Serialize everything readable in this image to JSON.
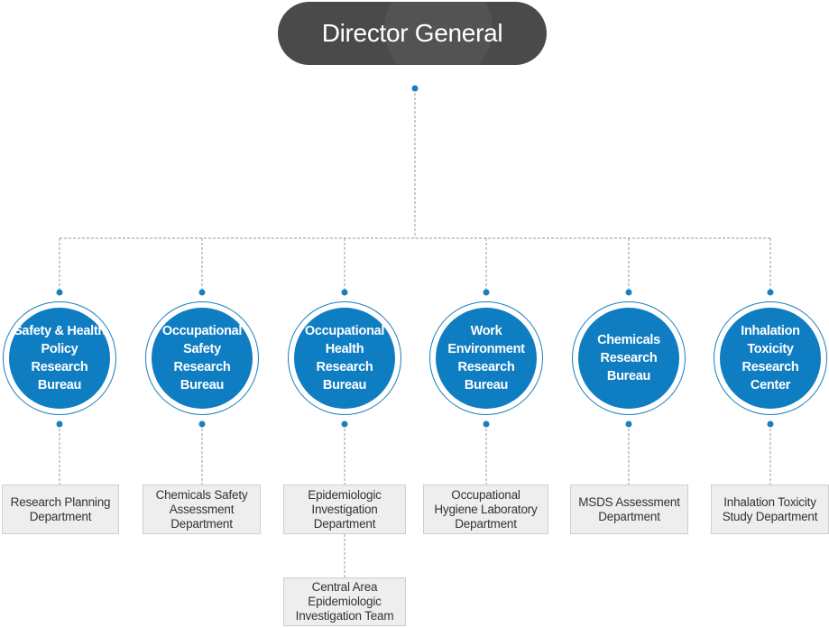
{
  "director": {
    "label": "Director General"
  },
  "bureaus": [
    {
      "label": "Safety & Health\nPolicy Research\nBureau"
    },
    {
      "label": "Occupational\nSafety Research\nBureau"
    },
    {
      "label": "Occupational\nHealth Research\nBureau"
    },
    {
      "label": "Work\nEnvironment\nResearch\nBureau"
    },
    {
      "label": "Chemicals\nResearch\nBureau"
    },
    {
      "label": "Inhalation\nToxicity\nResearch\nCenter"
    }
  ],
  "departments": [
    {
      "label": "Research Planning\nDepartment"
    },
    {
      "label": "Chemicals Safety\nAssessment\nDepartment"
    },
    {
      "label": "Epidemiologic\nInvestigation\nDepartment"
    },
    {
      "label": "Occupational\nHygiene Laboratory\nDepartment"
    },
    {
      "label": "MSDS Assessment\nDepartment"
    },
    {
      "label": "Inhalation Toxicity\nStudy Department"
    }
  ],
  "teams": [
    {
      "label": "Central Area\nEpidemiologic\nInvestigation Team"
    }
  ],
  "colors": {
    "director_bg": "#4a4a4a",
    "bureau_fill": "#0f7dc2",
    "bureau_ring": "#1a7fbf",
    "connector": "#999999",
    "dot": "#1a7fbf",
    "dept_bg": "#eeeeee",
    "dept_border": "#cfcfcf"
  }
}
